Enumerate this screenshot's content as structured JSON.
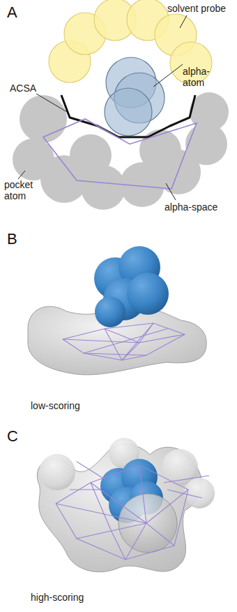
{
  "diagram": {
    "labels": [
      "A",
      "solvent probe",
      "alpha- atom",
      "ACSA",
      "pocket atom",
      "alpha-space",
      "B",
      "low-scoring",
      "C",
      "high-scoring"
    ]
  }
}
